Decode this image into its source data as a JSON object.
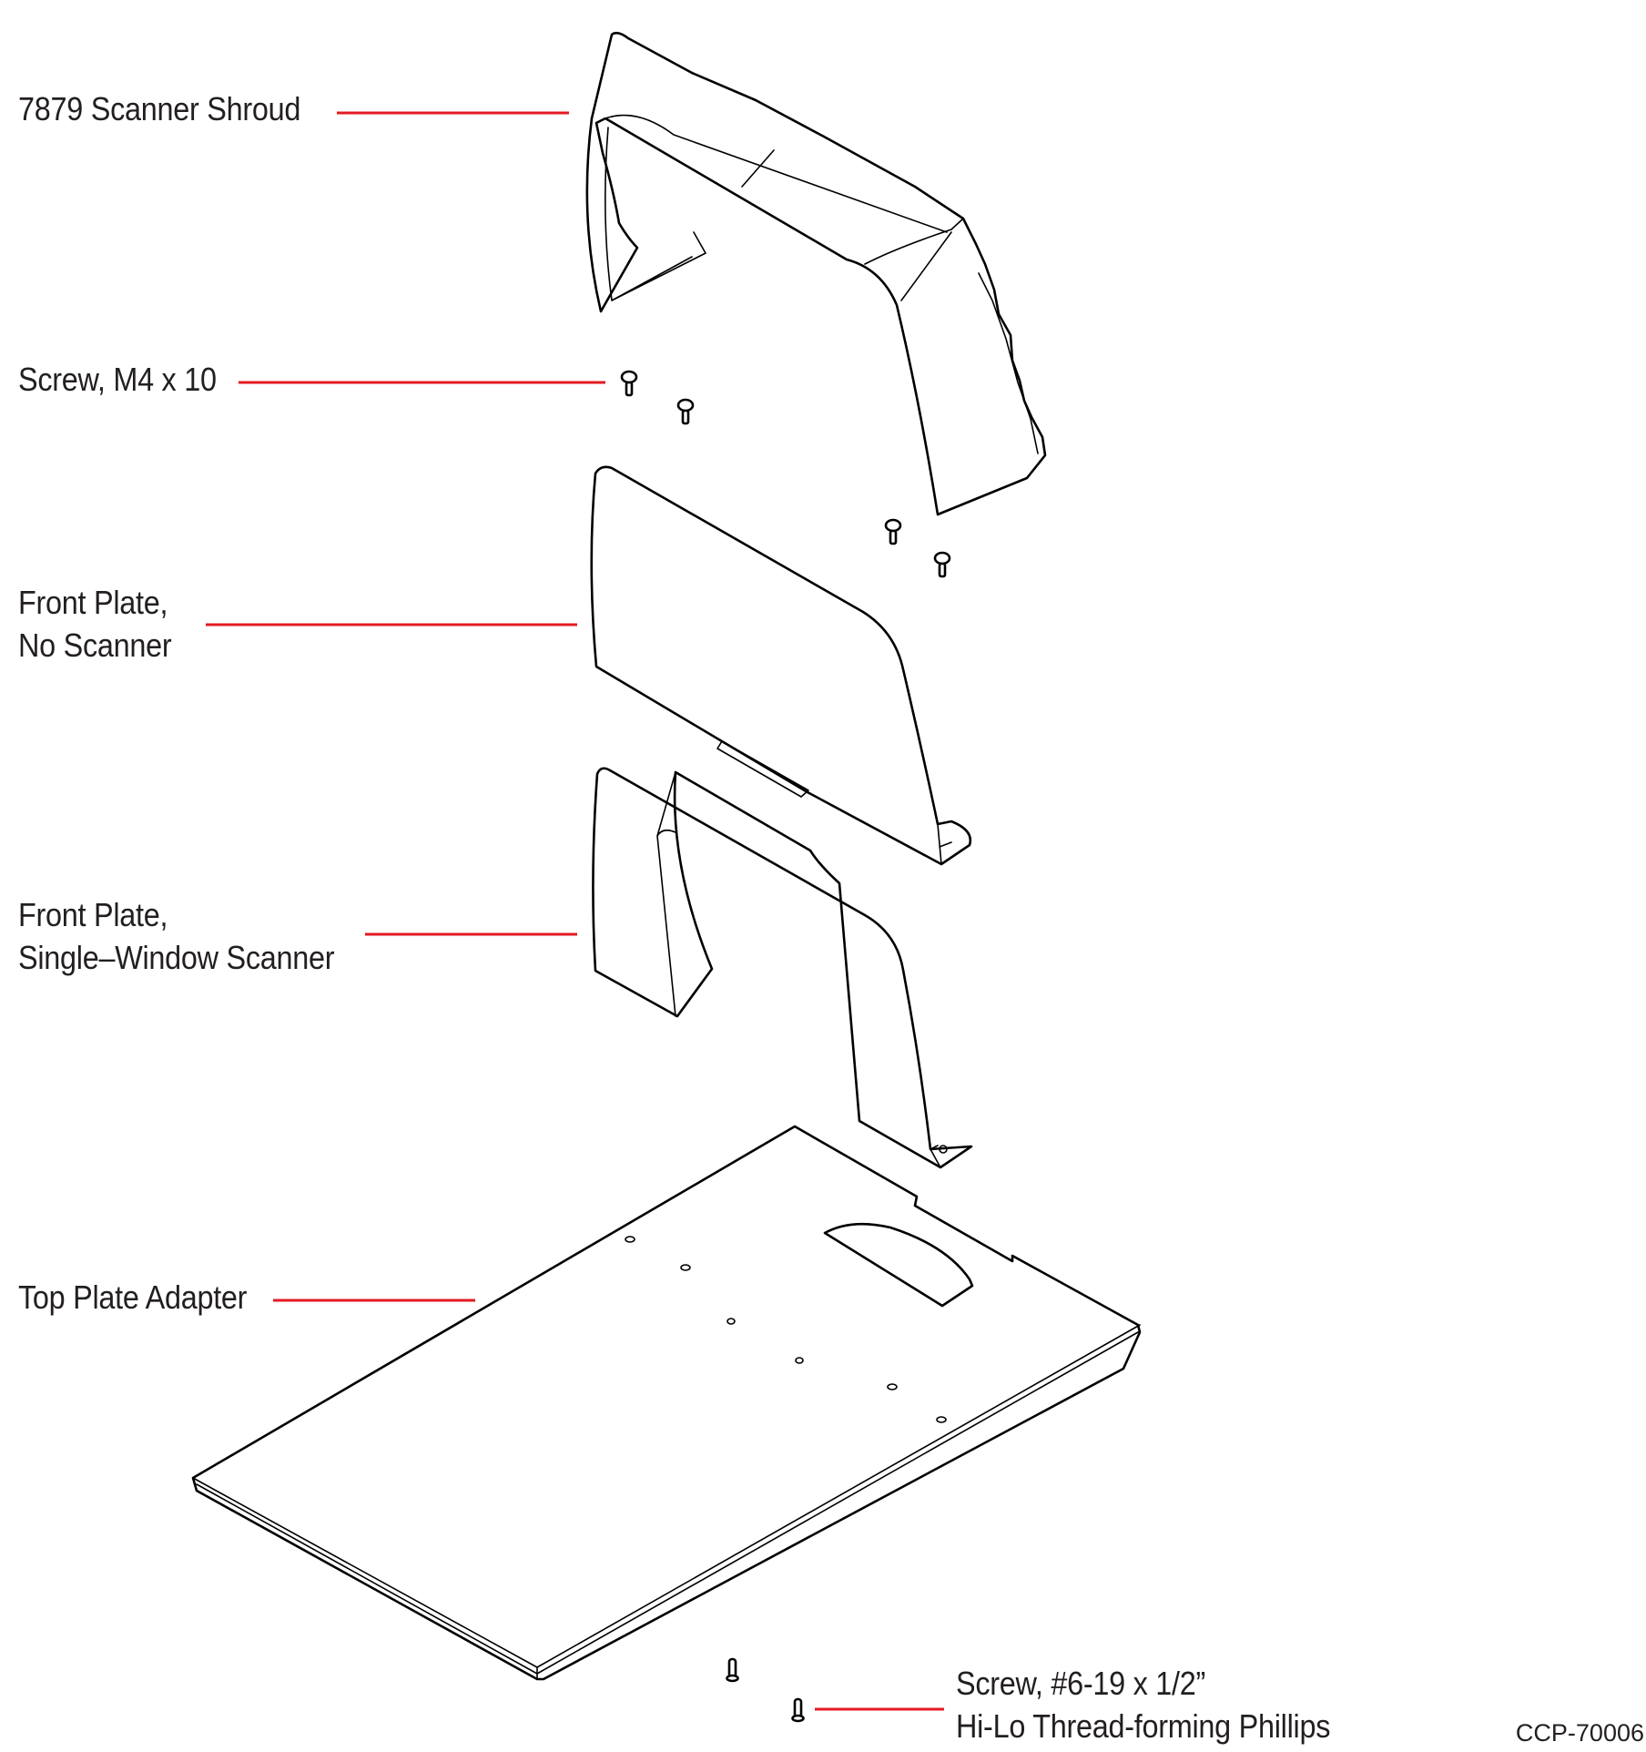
{
  "colors": {
    "leader_line": "#e31b23",
    "part_outline": "#000000",
    "label_text": "#231f20",
    "background": "#ffffff"
  },
  "callouts": {
    "shroud": {
      "lines": [
        "7879 Scanner Shroud"
      ]
    },
    "screw_m4": {
      "lines": [
        "Screw, M4 x 10"
      ]
    },
    "front_plate_no_scanner": {
      "lines": [
        "Front Plate,",
        "No Scanner"
      ]
    },
    "front_plate_single_window": {
      "lines": [
        "Front Plate,",
        "Single–Window Scanner"
      ]
    },
    "top_plate_adapter": {
      "lines": [
        "Top Plate Adapter"
      ]
    },
    "screw_hilo": {
      "lines": [
        "Screw, #6-19 x 1/2”",
        "Hi-Lo Thread-forming Phillips"
      ]
    }
  },
  "document_id": "CCP-70006"
}
